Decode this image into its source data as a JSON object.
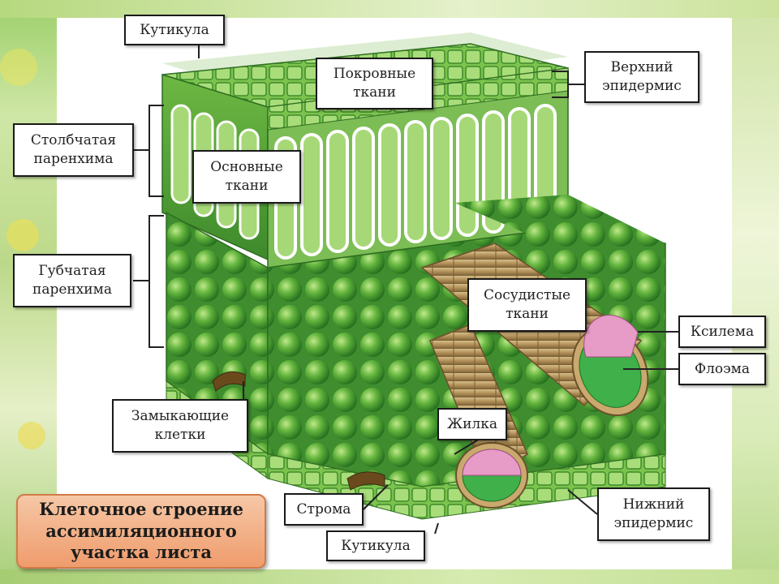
{
  "title": "Клеточное строение\nассимиляционного\nучастка листа",
  "labels": {
    "cuticle_top": "Кутикула",
    "covering_tissue": "Покровные\nткани",
    "upper_epidermis": "Верхний\nэпидермис",
    "palisade": "Столбчатая\nпаренхима",
    "ground_tissue": "Основные\nткани",
    "spongy": "Губчатая\nпаренхима",
    "vascular_tissue": "Сосудистые\nткани",
    "xylem": "Ксилема",
    "phloem": "Флоэма",
    "guard_cells": "Замыкающие\nклетки",
    "vein": "Жилка",
    "stroma": "Строма",
    "lower_epidermis": "Нижний\nэпидермис",
    "cuticle_bottom": "Кутикула"
  },
  "colors": {
    "cell_green": "#5fae3a",
    "cell_dark": "#2f7d24",
    "epidermis": "#8fcf5a",
    "xylem_pink": "#e79bc7",
    "phloem_green": "#3fb04a",
    "vein_tan": "#b69662",
    "title_bg": "#f2a878"
  }
}
